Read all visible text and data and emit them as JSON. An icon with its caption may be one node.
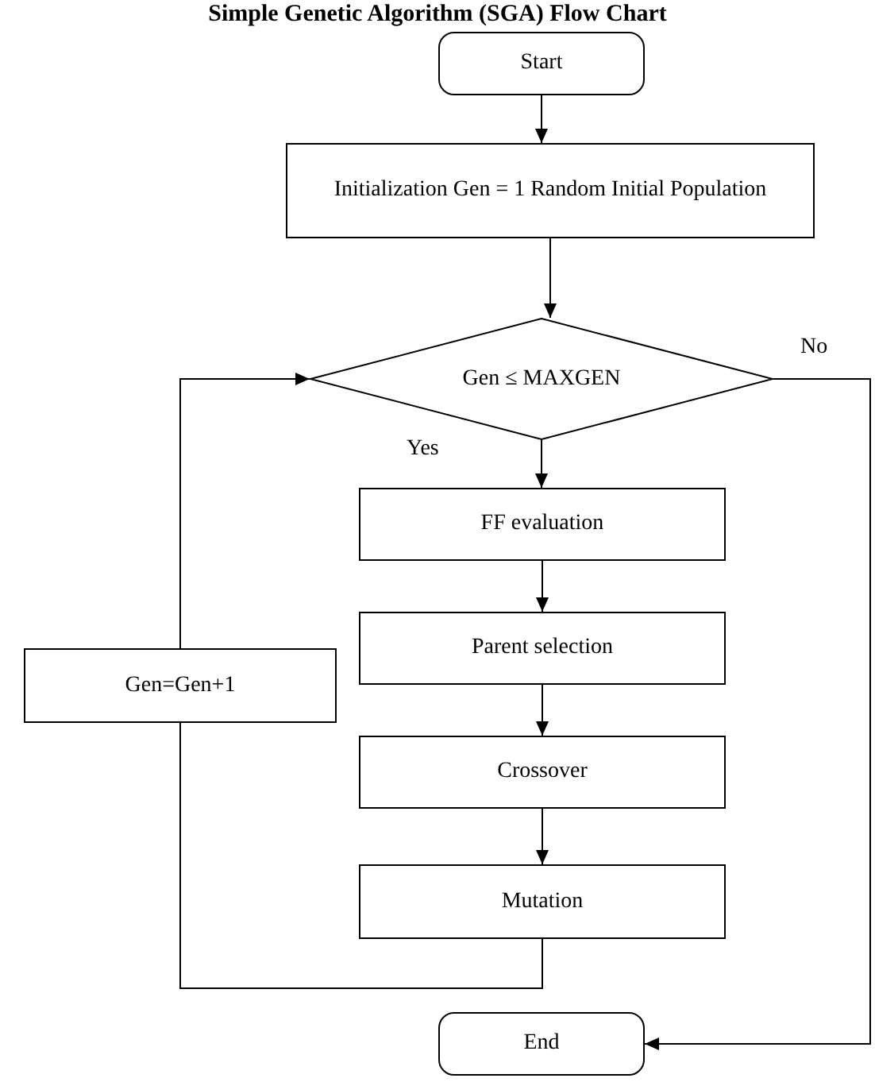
{
  "diagram": {
    "title": "Simple Genetic Algorithm (SGA) Flow Chart",
    "nodes": [
      {
        "text": [
          "Start"
        ]
      },
      {
        "text": [
          "Initialization Gen = 1 Random Initial Population"
        ]
      },
      {
        "text": [
          "Gen ≤ MAXGEN"
        ]
      },
      {
        "text": [
          "FF evaluation"
        ]
      },
      {
        "text": [
          "Parent selection"
        ]
      },
      {
        "text": [
          "Crossover"
        ]
      },
      {
        "text": [
          "Mutation"
        ]
      },
      {
        "text": [
          "Gen=Gen+1"
        ]
      },
      {
        "text": [
          "End"
        ]
      }
    ],
    "edges": [
      {
        "from": 0,
        "to": 1,
        "arrow": "to"
      },
      {
        "from": 1,
        "to": 2,
        "arrow": "to"
      },
      {
        "from": 2,
        "to": 8,
        "arrow": "to",
        "label": "No"
      },
      {
        "from": 2,
        "to": 3,
        "arrow": "to",
        "label": "Yes"
      },
      {
        "from": 3,
        "to": 4,
        "arrow": "to"
      },
      {
        "from": 4,
        "to": 5,
        "arrow": "to"
      },
      {
        "from": 5,
        "to": 6,
        "arrow": "to"
      },
      {
        "from": 6,
        "to": 7,
        "arrow": "none"
      },
      {
        "from": 7,
        "to": 2,
        "arrow": "to"
      }
    ]
  }
}
